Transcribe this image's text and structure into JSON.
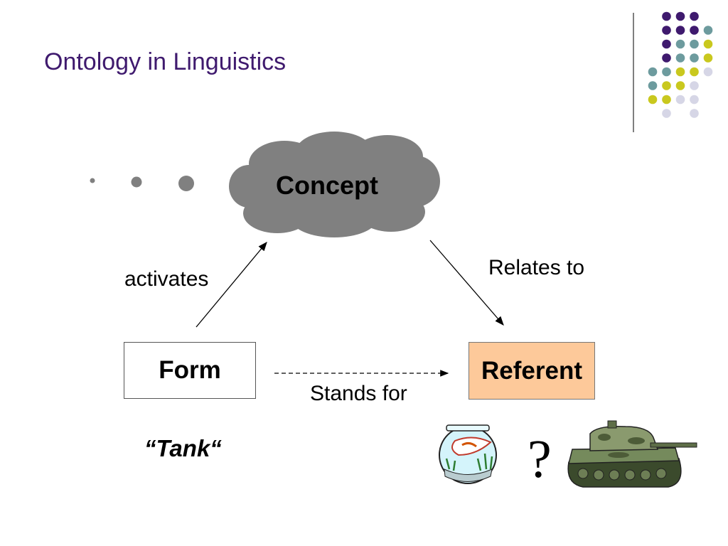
{
  "slide": {
    "title": "Ontology in Linguistics",
    "accent_colors": {
      "title": "#3f1a6e",
      "purple": "#3f1a6e",
      "teal": "#6d9b9e",
      "olive": "#c9c81e",
      "lavender": "#d6d6e6",
      "cloud": "#808080",
      "referent_fill": "#fdc99a"
    }
  },
  "diagram": {
    "concept_label": "Concept",
    "form_label": "Form",
    "referent_label": "Referent",
    "activates_label": "activates",
    "relates_label": "Relates to",
    "stands_label": "Stands for",
    "word_example": "“Tank“",
    "question": "?"
  },
  "icons": {
    "thought_dots": "thought-bubble-dots",
    "fishbowl": "fishbowl-icon",
    "tank": "tank-icon"
  }
}
